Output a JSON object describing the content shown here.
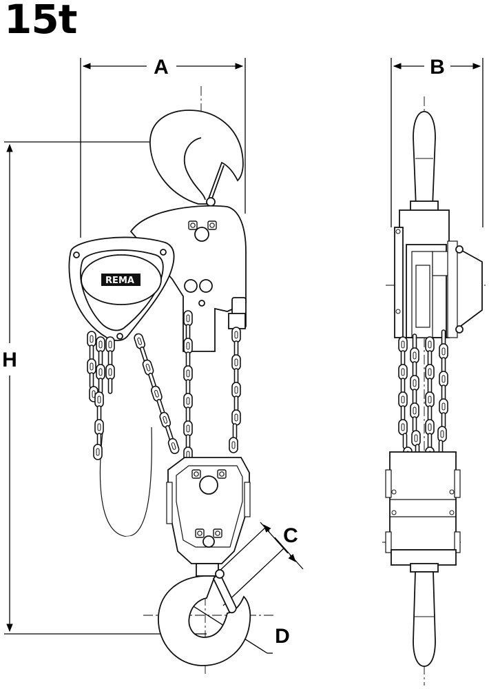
{
  "title": "15t",
  "dimensions": {
    "a": "A",
    "b": "B",
    "c": "C",
    "d": "D",
    "h": "H"
  },
  "brand": {
    "logo_text": "REMA",
    "mark": "®"
  }
}
